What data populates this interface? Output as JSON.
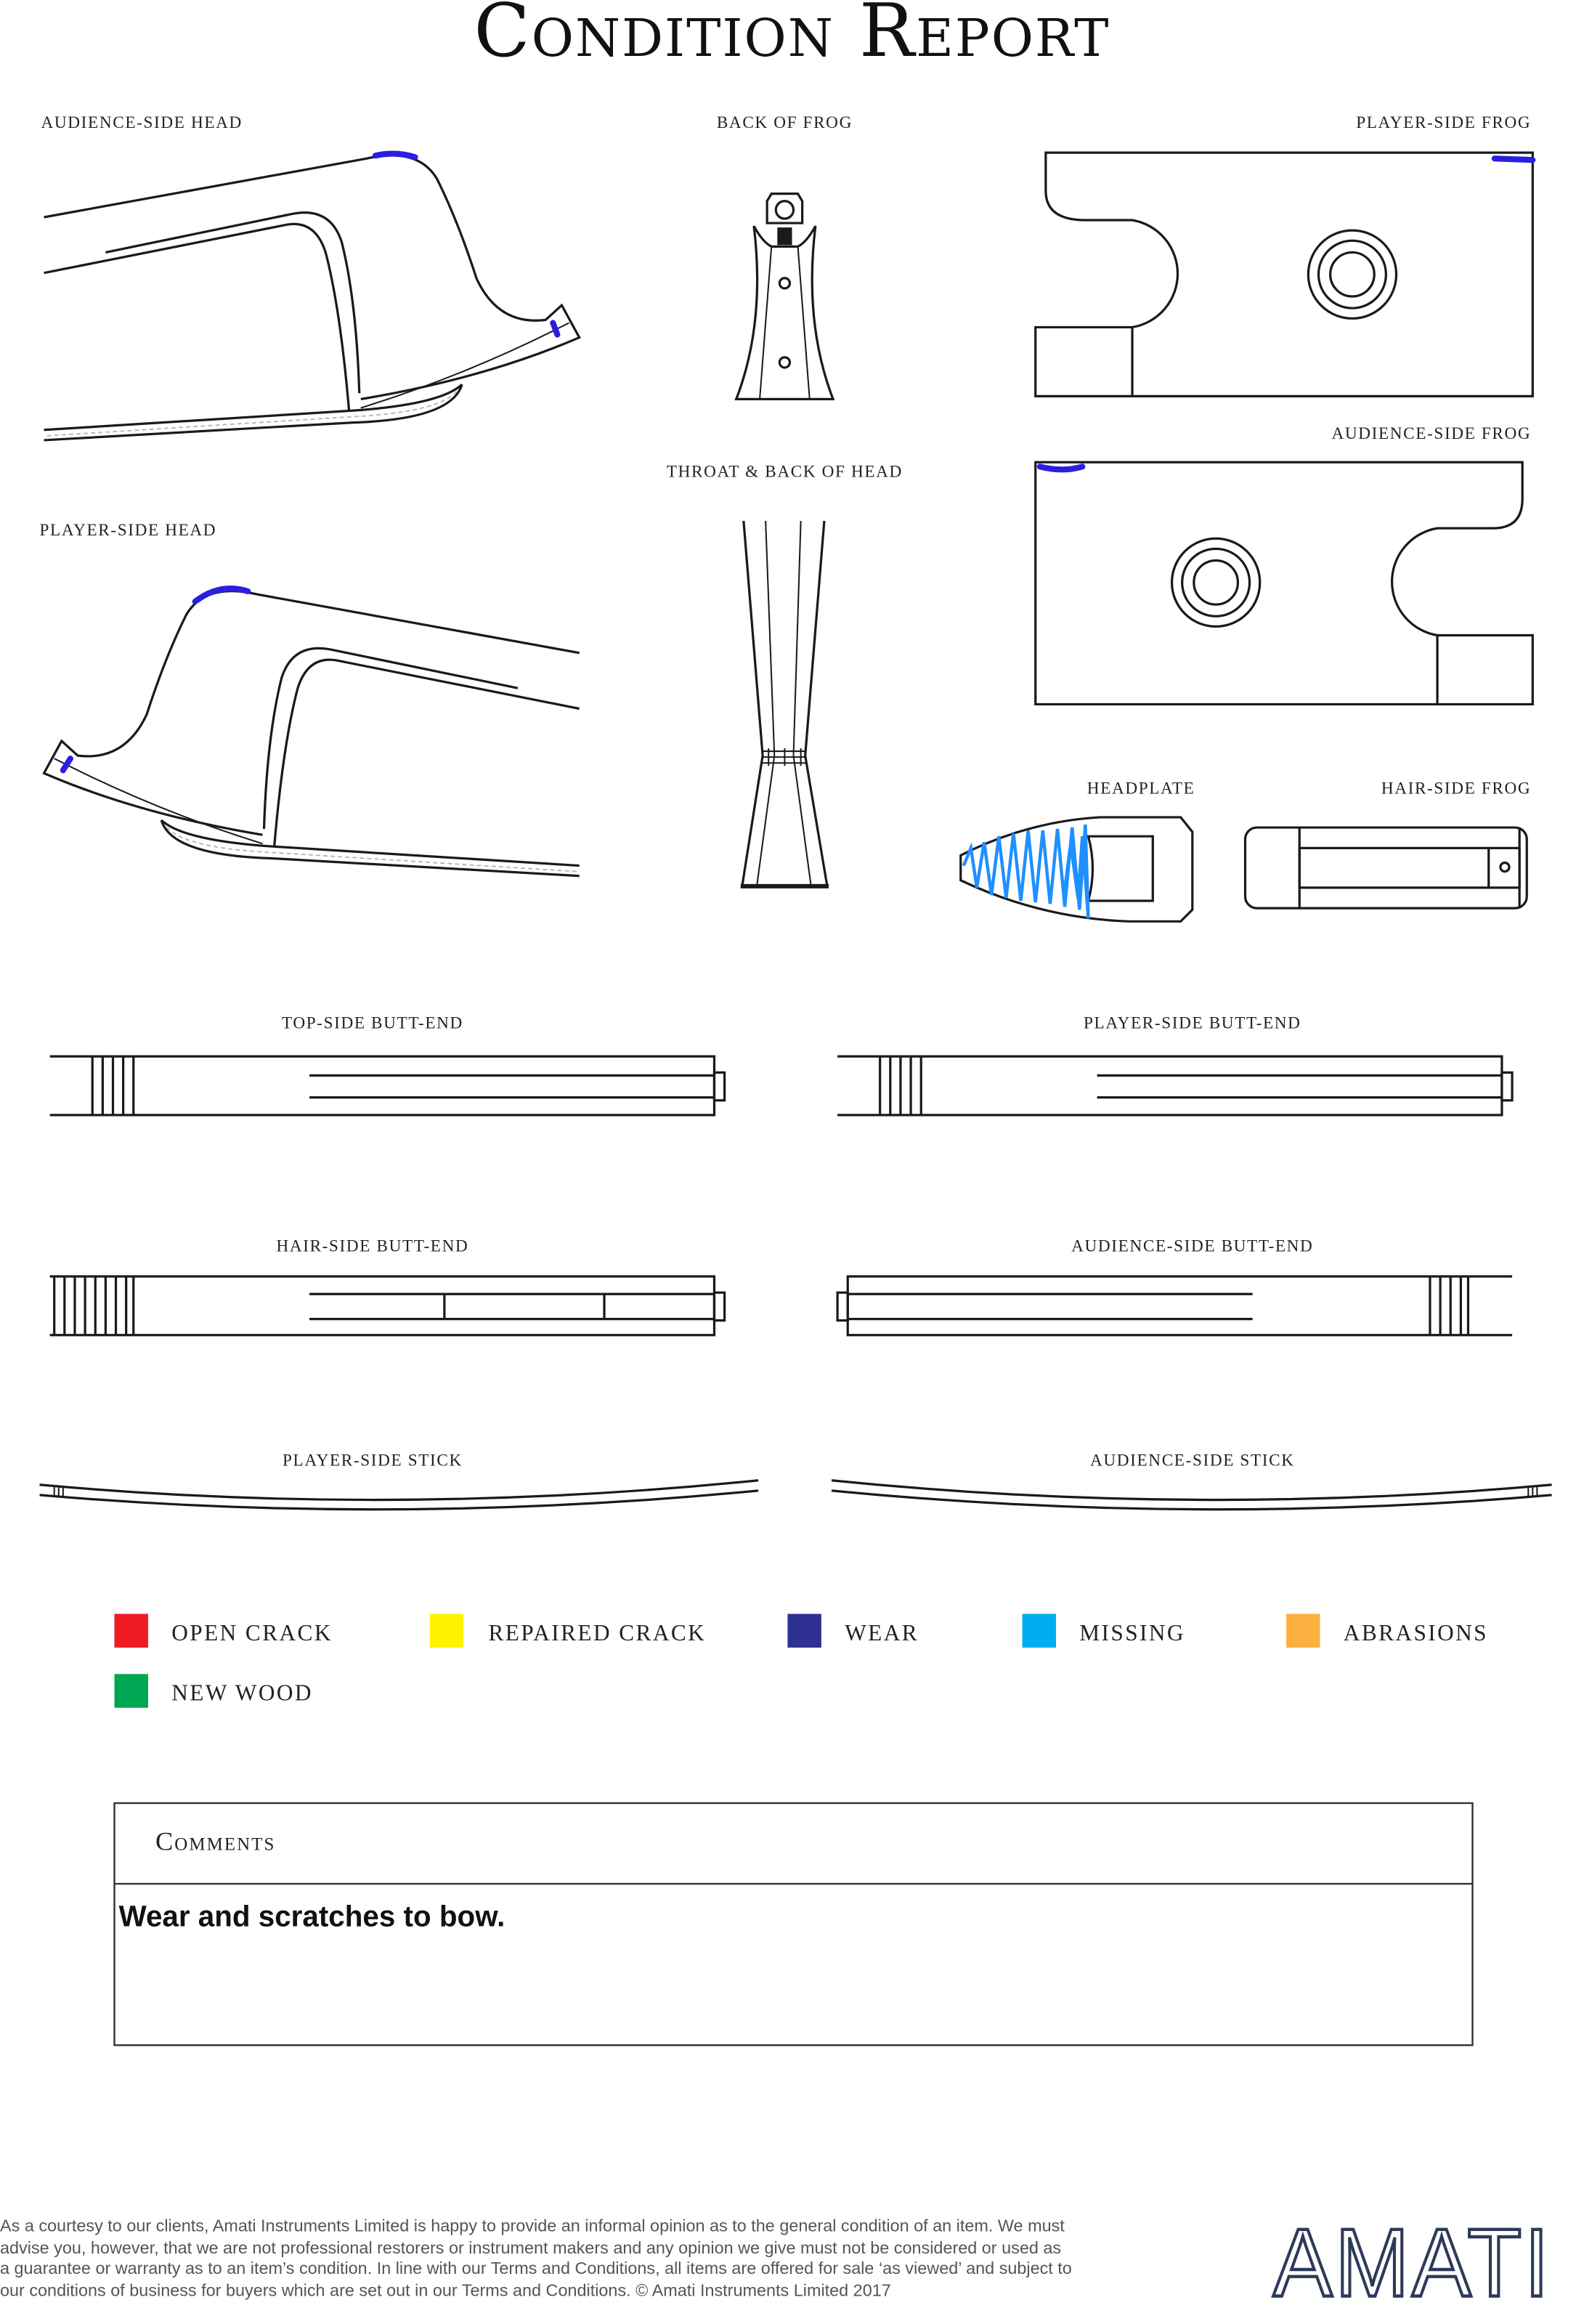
{
  "title": "Condition Report",
  "diagrams": {
    "audience_side_head": "AUDIENCE-SIDE HEAD",
    "back_of_frog": "BACK OF FROG",
    "player_side_frog": "PLAYER-SIDE FROG",
    "audience_side_frog": "AUDIENCE-SIDE FROG",
    "throat_back_of_head": "THROAT & BACK OF HEAD",
    "player_side_head": "PLAYER-SIDE HEAD",
    "headplate": "HEADPLATE",
    "hair_side_frog": "HAIR-SIDE FROG",
    "top_side_butt_end": "TOP-SIDE BUTT-END",
    "player_side_butt_end": "PLAYER-SIDE BUTT-END",
    "hair_side_butt_end": "HAIR-SIDE BUTT-END",
    "audience_side_butt_end": "AUDIENCE-SIDE BUTT-END",
    "player_side_stick": "PLAYER-SIDE STICK",
    "audience_side_stick": "AUDIENCE-SIDE STICK"
  },
  "legend": [
    {
      "label": "OPEN CRACK",
      "color": "#ed1c24"
    },
    {
      "label": "REPAIRED CRACK",
      "color": "#fff200"
    },
    {
      "label": "WEAR",
      "color": "#2e3192"
    },
    {
      "label": "MISSING",
      "color": "#00aeef"
    },
    {
      "label": "ABRASIONS",
      "color": "#fbb040"
    },
    {
      "label": "NEW WOOD",
      "color": "#00a651"
    }
  ],
  "comments": {
    "heading": "Comments",
    "text": "Wear and scratches to bow."
  },
  "footer": {
    "lines": [
      "As a courtesy to our clients, Amati Instruments Limited is happy to provide an informal opinion as to the general condition of an item. We must",
      "advise you, however, that we are not professional restorers or instrument makers and any opinion we give must not be considered or used as",
      "a guarantee or warranty as to an item’s condition. In line with our Terms and Conditions, all items are offered for sale ‘as viewed’ and subject to",
      "our conditions of business for buyers which are set out in our Terms and Conditions. © Amati Instruments Limited 2017"
    ],
    "logo": "AMATI"
  },
  "marking_colors": {
    "wear_marks": "#2a1fe0",
    "missing_marks": "#1e90ff"
  }
}
